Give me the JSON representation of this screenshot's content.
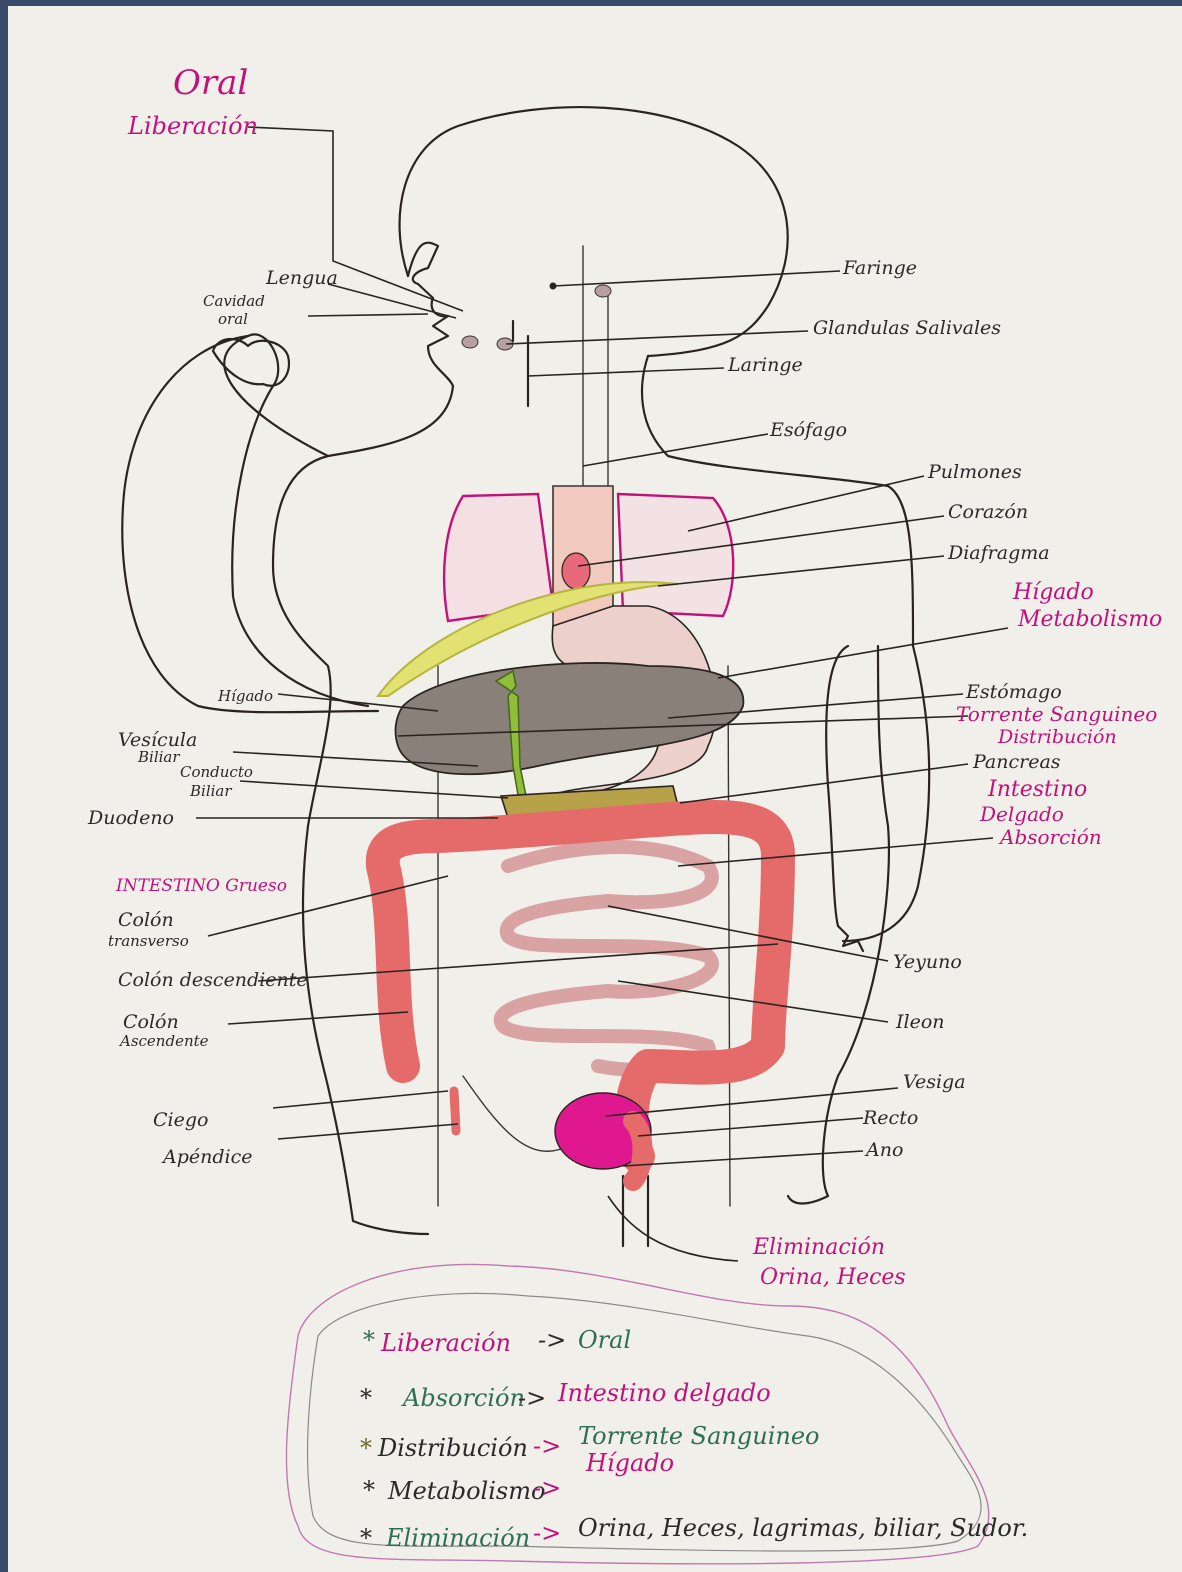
{
  "labels": {
    "oral": "Oral",
    "liberacion": "Liberación",
    "lengua": "Lengua",
    "cavidad": "Cavidad",
    "oral_small": "oral",
    "faringe": "Faringe",
    "glandulas": "Glandulas Salivales",
    "laringe": "Laringe",
    "esofago": "Esófago",
    "pulmones": "Pulmones",
    "corazon": "Corazón",
    "diafragma": "Diafragma",
    "higado_pink": "Hígado",
    "metabolismo": "Metabolismo",
    "higado": "Hígado",
    "estomago": "Estómago",
    "torrente": "Torrente Sanguineo",
    "distribucion": "Distribución",
    "vesicula": "Vesícula",
    "biliar": "Biliar",
    "conducto": "Conducto",
    "biliar2": "Biliar",
    "pancreas": "Pancreas",
    "intestino": "Intestino",
    "delgado": "Delgado",
    "absorcion": "Absorción",
    "duodeno": "Duodeno",
    "intestino_grueso": "INTESTINO Grueso",
    "colon_t1": "Colón",
    "colon_t2": "transverso",
    "yeyuno": "Yeyuno",
    "colon_desc": "Colón descendiente",
    "colon_a1": "Colón",
    "colon_a2": "Ascendente",
    "ileon": "Ileon",
    "vesiga": "Vesiga",
    "ciego": "Ciego",
    "recto": "Recto",
    "apendice": "Apéndice",
    "ano": "Ano",
    "eliminacion": "Eliminación",
    "orina_heces": "Orina, Heces"
  },
  "legend": [
    {
      "term": "Liberación",
      "arrow": "->",
      "value": "Oral",
      "bullet": "*"
    },
    {
      "term": "Absorción",
      "arrow": "->",
      "value": "Intestino delgado",
      "bullet": "*"
    },
    {
      "term": "Distribución",
      "arrow": "->",
      "value": "Torrente Sanguineo",
      "bullet": "*"
    },
    {
      "term": "Metabolismo",
      "arrow": "->",
      "value": "Hígado",
      "bullet": "*"
    },
    {
      "term": "Eliminación",
      "arrow": "->",
      "value": "Orina, Heces, lagrimas, biliar, Sudor.",
      "bullet": "*"
    }
  ],
  "colors": {
    "pink_ink": "#c2127a",
    "liver": "#7a6e68",
    "colon": "#e56b6b",
    "bladder": "#e0188f",
    "diaphragm": "#d9d96a",
    "bile": "#8fbf3a"
  }
}
